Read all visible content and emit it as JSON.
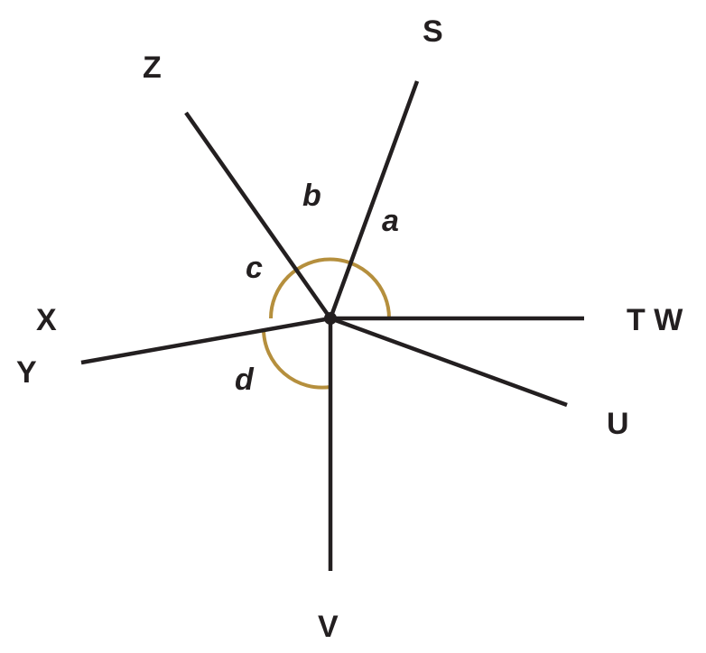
{
  "diagram": {
    "point_labels": {
      "s": "S",
      "z": "Z",
      "x": "X",
      "y": "Y",
      "tw": "T W",
      "u": "U",
      "v": "V"
    },
    "angle_labels": {
      "a": "a",
      "b": "b",
      "c": "c",
      "d": "d"
    },
    "colors": {
      "line": "#231f20",
      "arc": "#b58f3d"
    }
  }
}
